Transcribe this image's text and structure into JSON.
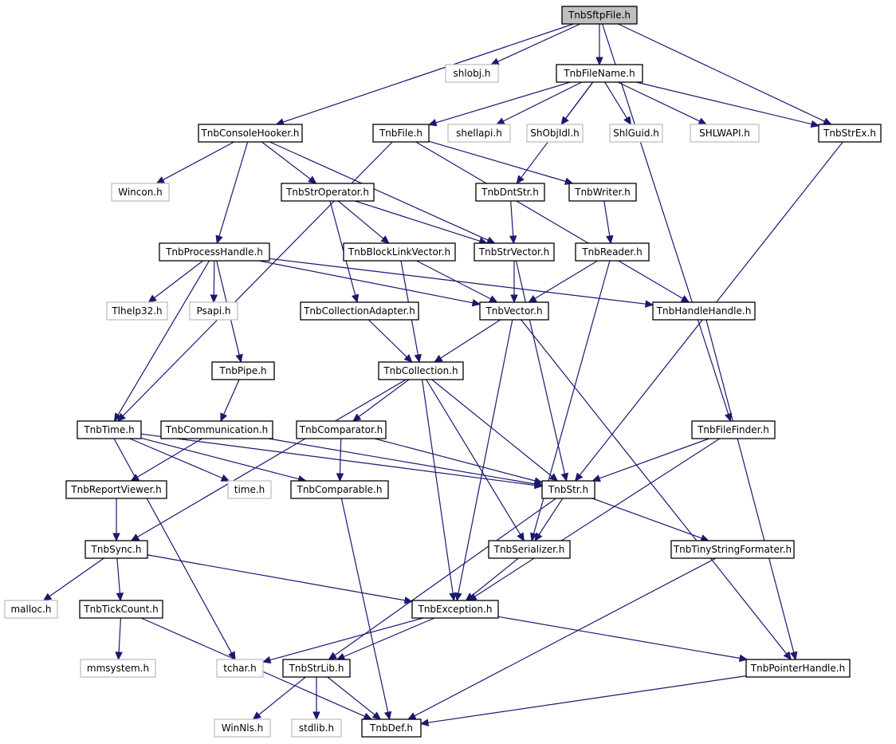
{
  "nodes": {
    "TnbSftpFile": {
      "label": "TnbSftpFile.h"
    },
    "shlobj": {
      "label": "shlobj.h"
    },
    "TnbFileName": {
      "label": "TnbFileName.h"
    },
    "TnbConsoleHooker": {
      "label": "TnbConsoleHooker.h"
    },
    "TnbFile": {
      "label": "TnbFile.h"
    },
    "shellapi": {
      "label": "shellapi.h"
    },
    "ShObjIdl": {
      "label": "ShObjIdl.h"
    },
    "ShlGuid": {
      "label": "ShlGuid.h"
    },
    "SHLWAPI": {
      "label": "SHLWAPI.h"
    },
    "TnbStrEx": {
      "label": "TnbStrEx.h"
    },
    "Wincon": {
      "label": "Wincon.h"
    },
    "TnbStrOperator": {
      "label": "TnbStrOperator.h"
    },
    "TnbDntStr": {
      "label": "TnbDntStr.h"
    },
    "TnbWriter": {
      "label": "TnbWriter.h"
    },
    "TnbProcessHandle": {
      "label": "TnbProcessHandle.h"
    },
    "TnbBlockLinkVector": {
      "label": "TnbBlockLinkVector.h"
    },
    "TnbStrVector": {
      "label": "TnbStrVector.h"
    },
    "TnbReader": {
      "label": "TnbReader.h"
    },
    "Tlhelp32": {
      "label": "Tlhelp32.h"
    },
    "Psapi": {
      "label": "Psapi.h"
    },
    "TnbCollectionAdapter": {
      "label": "TnbCollectionAdapter.h"
    },
    "TnbVector": {
      "label": "TnbVector.h"
    },
    "TnbHandleHandle": {
      "label": "TnbHandleHandle.h"
    },
    "TnbPipe": {
      "label": "TnbPipe.h"
    },
    "TnbCollection": {
      "label": "TnbCollection.h"
    },
    "TnbTime": {
      "label": "TnbTime.h"
    },
    "TnbCommunication": {
      "label": "TnbCommunication.h"
    },
    "TnbComparator": {
      "label": "TnbComparator.h"
    },
    "TnbFileFinder": {
      "label": "TnbFileFinder.h"
    },
    "TnbReportViewer": {
      "label": "TnbReportViewer.h"
    },
    "time": {
      "label": "time.h"
    },
    "TnbComparable": {
      "label": "TnbComparable.h"
    },
    "TnbStr": {
      "label": "TnbStr.h"
    },
    "TnbSync": {
      "label": "TnbSync.h"
    },
    "TnbSerializer": {
      "label": "TnbSerializer.h"
    },
    "TnbTinyStringFormater": {
      "label": "TnbTinyStringFormater.h"
    },
    "malloc": {
      "label": "malloc.h"
    },
    "TnbTickCount": {
      "label": "TnbTickCount.h"
    },
    "TnbException": {
      "label": "TnbException.h"
    },
    "mmsystem": {
      "label": "mmsystem.h"
    },
    "tchar": {
      "label": "tchar.h"
    },
    "TnbStrLib": {
      "label": "TnbStrLib.h"
    },
    "TnbPointerHandle": {
      "label": "TnbPointerHandle.h"
    },
    "WinNls": {
      "label": "WinNls.h"
    },
    "stdlib": {
      "label": "stdlib.h"
    },
    "TnbDef": {
      "label": "TnbDef.h"
    }
  },
  "edges": [
    [
      "TnbSftpFile",
      "shlobj"
    ],
    [
      "TnbSftpFile",
      "TnbFileName"
    ],
    [
      "TnbSftpFile",
      "TnbConsoleHooker"
    ],
    [
      "TnbSftpFile",
      "TnbStrEx"
    ],
    [
      "TnbSftpFile",
      "TnbFileFinder"
    ],
    [
      "TnbFileName",
      "TnbFile"
    ],
    [
      "TnbFileName",
      "shellapi"
    ],
    [
      "TnbFileName",
      "ShObjIdl"
    ],
    [
      "TnbFileName",
      "ShlGuid"
    ],
    [
      "TnbFileName",
      "SHLWAPI"
    ],
    [
      "TnbFileName",
      "TnbStrEx"
    ],
    [
      "TnbFileName",
      "TnbDntStr"
    ],
    [
      "TnbConsoleHooker",
      "Wincon"
    ],
    [
      "TnbConsoleHooker",
      "TnbStrOperator"
    ],
    [
      "TnbConsoleHooker",
      "TnbProcessHandle"
    ],
    [
      "TnbConsoleHooker",
      "TnbStrVector"
    ],
    [
      "TnbFile",
      "TnbWriter"
    ],
    [
      "TnbFile",
      "TnbHandleHandle"
    ],
    [
      "TnbFile",
      "TnbTime"
    ],
    [
      "TnbStrEx",
      "TnbStr"
    ],
    [
      "TnbStrOperator",
      "TnbBlockLinkVector"
    ],
    [
      "TnbStrOperator",
      "TnbStrVector"
    ],
    [
      "TnbStrOperator",
      "TnbCollectionAdapter"
    ],
    [
      "TnbDntStr",
      "TnbStrVector"
    ],
    [
      "TnbWriter",
      "TnbReader"
    ],
    [
      "TnbProcessHandle",
      "Tlhelp32"
    ],
    [
      "TnbProcessHandle",
      "Psapi"
    ],
    [
      "TnbProcessHandle",
      "TnbPipe"
    ],
    [
      "TnbProcessHandle",
      "TnbVector"
    ],
    [
      "TnbProcessHandle",
      "TnbHandleHandle"
    ],
    [
      "TnbProcessHandle",
      "TnbTime"
    ],
    [
      "TnbBlockLinkVector",
      "TnbVector"
    ],
    [
      "TnbBlockLinkVector",
      "TnbCollection"
    ],
    [
      "TnbStrVector",
      "TnbVector"
    ],
    [
      "TnbStrVector",
      "TnbStr"
    ],
    [
      "TnbReader",
      "TnbVector"
    ],
    [
      "TnbReader",
      "TnbSerializer"
    ],
    [
      "TnbCollectionAdapter",
      "TnbCollection"
    ],
    [
      "TnbVector",
      "TnbCollection"
    ],
    [
      "TnbVector",
      "TnbException"
    ],
    [
      "TnbVector",
      "TnbPointerHandle"
    ],
    [
      "TnbHandleHandle",
      "TnbPointerHandle"
    ],
    [
      "TnbPipe",
      "TnbCommunication"
    ],
    [
      "TnbCollection",
      "TnbComparator"
    ],
    [
      "TnbCollection",
      "TnbStr"
    ],
    [
      "TnbCollection",
      "TnbSerializer"
    ],
    [
      "TnbCollection",
      "TnbException"
    ],
    [
      "TnbCollection",
      "TnbSync"
    ],
    [
      "TnbTime",
      "TnbComparable"
    ],
    [
      "TnbTime",
      "time"
    ],
    [
      "TnbTime",
      "TnbStr"
    ],
    [
      "TnbTime",
      "tchar"
    ],
    [
      "TnbCommunication",
      "TnbReportViewer"
    ],
    [
      "TnbCommunication",
      "TnbStr"
    ],
    [
      "TnbComparator",
      "TnbComparable"
    ],
    [
      "TnbComparator",
      "TnbStr"
    ],
    [
      "TnbFileFinder",
      "TnbStr"
    ],
    [
      "TnbFileFinder",
      "TnbException"
    ],
    [
      "TnbReportViewer",
      "TnbSync"
    ],
    [
      "TnbComparable",
      "TnbDef"
    ],
    [
      "TnbStr",
      "TnbSerializer"
    ],
    [
      "TnbStr",
      "TnbTinyStringFormater"
    ],
    [
      "TnbStr",
      "TnbStrLib"
    ],
    [
      "TnbSync",
      "malloc"
    ],
    [
      "TnbSync",
      "TnbTickCount"
    ],
    [
      "TnbSync",
      "TnbException"
    ],
    [
      "TnbSerializer",
      "TnbException"
    ],
    [
      "TnbTinyStringFormater",
      "TnbDef"
    ],
    [
      "TnbTickCount",
      "mmsystem"
    ],
    [
      "TnbTickCount",
      "TnbDef"
    ],
    [
      "TnbException",
      "tchar"
    ],
    [
      "TnbException",
      "TnbStrLib"
    ],
    [
      "TnbException",
      "TnbPointerHandle"
    ],
    [
      "TnbStrLib",
      "WinNls"
    ],
    [
      "TnbStrLib",
      "stdlib"
    ],
    [
      "TnbStrLib",
      "TnbDef"
    ],
    [
      "TnbPointerHandle",
      "TnbDef"
    ]
  ]
}
